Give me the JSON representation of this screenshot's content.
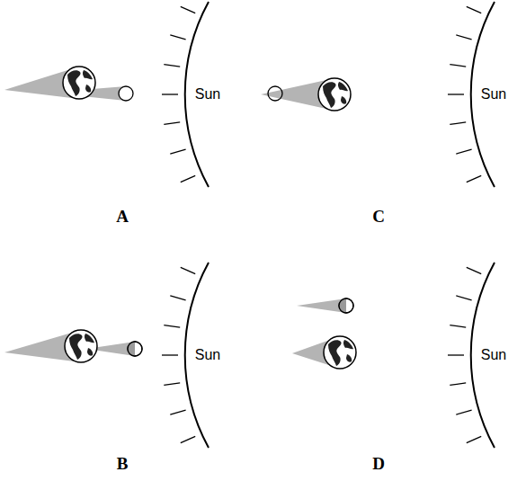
{
  "diagram": {
    "labels": [
      "Sun",
      "Sun",
      "A",
      "C",
      "Sun",
      "Sun",
      "B",
      "D"
    ]
  }
}
